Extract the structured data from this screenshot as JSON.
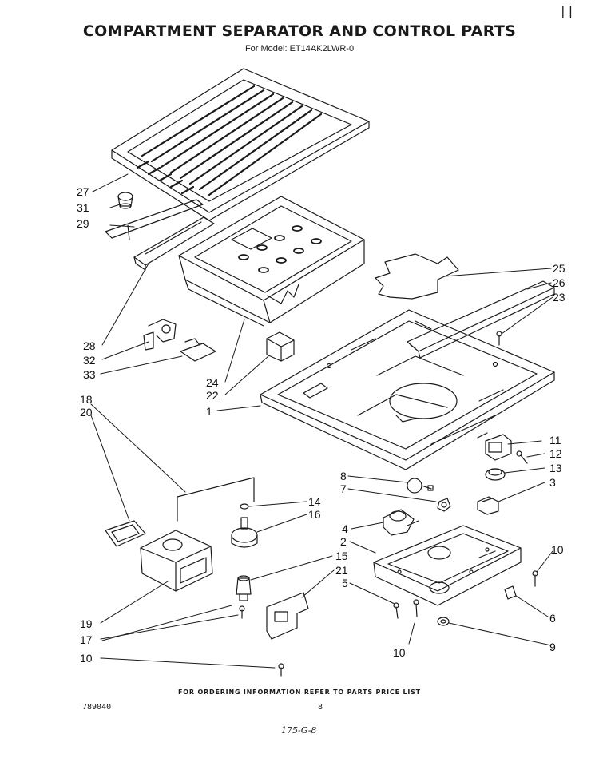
{
  "header": {
    "title": "COMPARTMENT SEPARATOR AND CONTROL PARTS",
    "subtitle": "For Model: ET14AK2LWR-0",
    "corner_mark": "||"
  },
  "callouts": [
    {
      "label": "27"
    },
    {
      "label": "31"
    },
    {
      "label": "29"
    },
    {
      "label": "28"
    },
    {
      "label": "32"
    },
    {
      "label": "33"
    },
    {
      "label": "24"
    },
    {
      "label": "22"
    },
    {
      "label": "1"
    },
    {
      "label": "25"
    },
    {
      "label": "26"
    },
    {
      "label": "23"
    },
    {
      "label": "11"
    },
    {
      "label": "12"
    },
    {
      "label": "13"
    },
    {
      "label": "8"
    },
    {
      "label": "7"
    },
    {
      "label": "3"
    },
    {
      "label": "14"
    },
    {
      "label": "16"
    },
    {
      "label": "4"
    },
    {
      "label": "2"
    },
    {
      "label": "15"
    },
    {
      "label": "21"
    },
    {
      "label": "5"
    },
    {
      "label": "10"
    },
    {
      "label": "6"
    },
    {
      "label": "9"
    },
    {
      "label": "10"
    },
    {
      "label": "18"
    },
    {
      "label": "20"
    },
    {
      "label": "19"
    },
    {
      "label": "17"
    },
    {
      "label": "10"
    }
  ],
  "footer": {
    "note": "FOR ORDERING INFORMATION REFER TO PARTS PRICE LIST",
    "code": "789040",
    "page": "8",
    "handwritten": "175-G-8"
  }
}
